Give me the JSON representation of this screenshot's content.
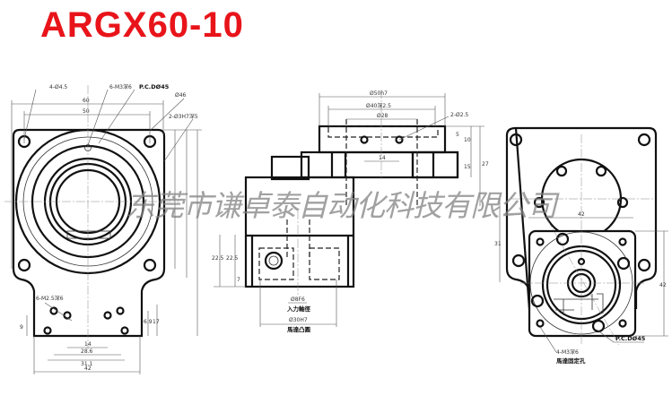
{
  "title": "ARGX60-10",
  "watermark": "东莞市谦卓泰自动化科技有限公司",
  "colors": {
    "title": "#e8141a",
    "lines": "#111111"
  },
  "left_view": {
    "labels": {
      "holes": "4-Ø4.5",
      "taps": "6-M3深6",
      "pcd": "P.C.DØ45",
      "dia": "Ø46",
      "pins": "2-Ø3H7深5",
      "bottom_taps": "6-M2.5深6"
    },
    "dims": {
      "w60": "60",
      "w50": "50",
      "b14": "14",
      "b28_6": "28.6",
      "b31_1": "31.1",
      "b42": "42",
      "v9": "9",
      "v6_9": "6.9",
      "v17": "17"
    }
  },
  "middle_view": {
    "labels": {
      "d50": "Ø50h7",
      "d40": "Ø40深2.5",
      "d28": "Ø28",
      "pin": "2-Ø2.5",
      "d14": "14",
      "input_dia": "Ø8F6",
      "input_label": "入力軸徑",
      "motor_dia": "Ø30H7",
      "motor_label": "馬達凸圓",
      "v22_5a": "22.5",
      "v22_5b": "22.5",
      "v7": "7",
      "r5": "5",
      "r10": "10",
      "r15": "15",
      "r27": "27"
    }
  },
  "right_view": {
    "labels": {
      "w42": "42",
      "v31": "31",
      "v42": "42",
      "pcd": "P.C.DØ45",
      "taps": "4-M3深6",
      "taps_sub": "馬達固定孔"
    }
  }
}
